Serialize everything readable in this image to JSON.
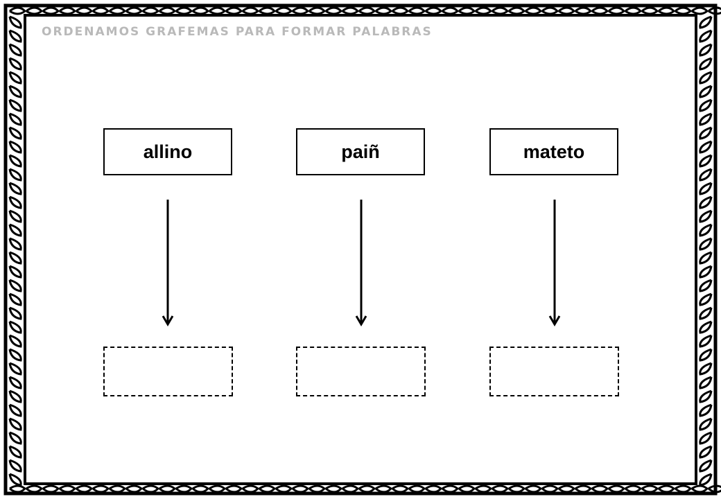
{
  "worksheet": {
    "title": "ORDENAMOS GRAFEMAS PARA FORMAR PALABRAS",
    "words": [
      "allino",
      "paiñ",
      "mateto"
    ],
    "answers": [
      "",
      "",
      ""
    ]
  },
  "colors": {
    "border": "#000000",
    "title": "#b9b9b9",
    "background": "#ffffff"
  }
}
